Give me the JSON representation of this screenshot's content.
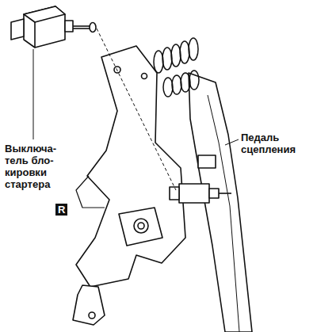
{
  "diagram": {
    "labels": [
      "Выключа-тель бло-кировки стартера",
      "R",
      "Педаль сцепления"
    ]
  }
}
